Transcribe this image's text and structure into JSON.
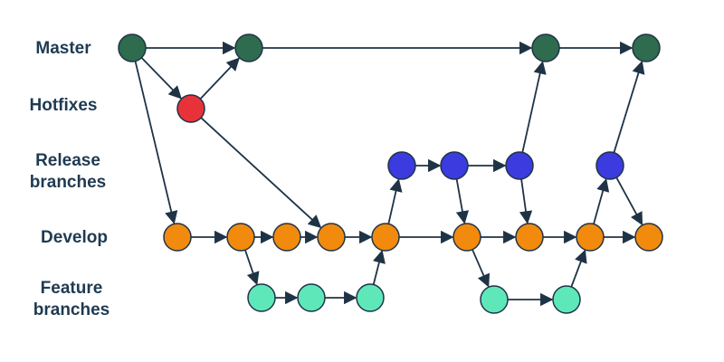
{
  "lanes": {
    "master": "Master",
    "hotfixes": "Hotfixes",
    "release_line1": "Release",
    "release_line2": "branches",
    "develop": "Develop",
    "feature_line1": "Feature",
    "feature_line2": "branches"
  },
  "colors": {
    "master": "#2e6b4f",
    "hotfix": "#e8323a",
    "release": "#3b3be0",
    "develop": "#f28a0e",
    "feature": "#5ee8ba",
    "edge": "#1f3346",
    "outline": "#1f3346"
  }
}
